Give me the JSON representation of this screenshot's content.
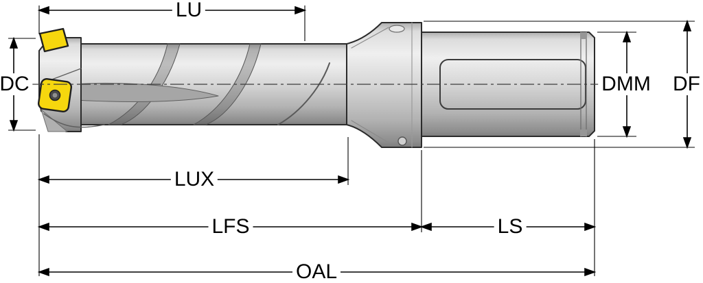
{
  "drawing": {
    "type": "technical-dimension-drawing",
    "subject": "indexable-insert-drill",
    "labels": {
      "lu": "LU",
      "dc": "DC",
      "dmm": "DMM",
      "df": "DF",
      "lux": "LUX",
      "lfs": "LFS",
      "ls": "LS",
      "oal": "OAL"
    },
    "colors": {
      "insert": "#F6D70E",
      "steel_light": "#EFEFEF",
      "steel_mid": "#C9C9C9",
      "steel_dark": "#838383",
      "outline": "#2B2B2B",
      "dimension": "#000000",
      "background": "#FFFFFF"
    }
  }
}
